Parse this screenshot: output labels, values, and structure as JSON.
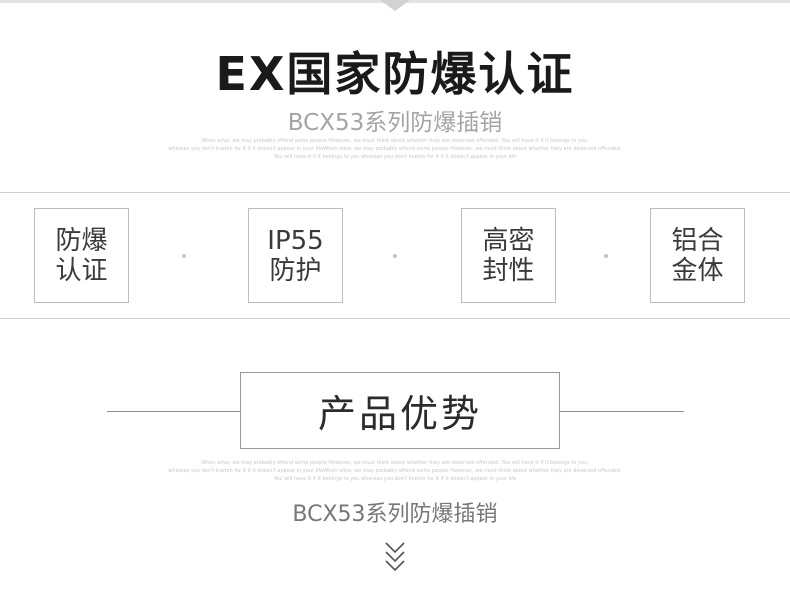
{
  "header": {
    "title": "EX国家防爆认证",
    "subtitle": "BCX53系列防爆插销",
    "fine_print": [
      "When alive, we may probably offend some people However, we must think about whether they are deserved offended. You will have it if it belongs to you.",
      "whereas you don't kvetch for it if it doesn't appear in your lifeWhen alive, we may probably offend some people However, we must think about whether they are deserved offended.",
      "You will have it if it belongs to you whereas you don't kvetch for it if it doesn't appear in your life"
    ]
  },
  "features": [
    {
      "line1": "防爆",
      "line2": "认证"
    },
    {
      "line1": "IP55",
      "line2": "防护"
    },
    {
      "line1": "高密",
      "line2": "封性"
    },
    {
      "line1": "铝合",
      "line2": "金体"
    }
  ],
  "advantages": {
    "title": "产品优势",
    "fine_print": [
      "When alive, we may probably offend some people However, we must think about whether they are deserved offended. You will have it if it belongs to you,",
      "whereas you don't kvetch for it if it doesn't appear in your lifeWhen alive, we may probably offend some people However, we must think about whether they are deserved offended.",
      "You will have it if it belongs to you whereas you don't kvetch for it if it doesn't appear in your life"
    ],
    "subtitle": "BCX53系列防爆插销"
  },
  "icons": {
    "top_arrow": "caret-down-icon",
    "scroll_down": "double-chevron-down-icon"
  },
  "colors": {
    "title": "#1a1a1a",
    "subtitle": "#a4a4a4",
    "line": "#cfcfcf",
    "border": "#bdbdbd"
  }
}
